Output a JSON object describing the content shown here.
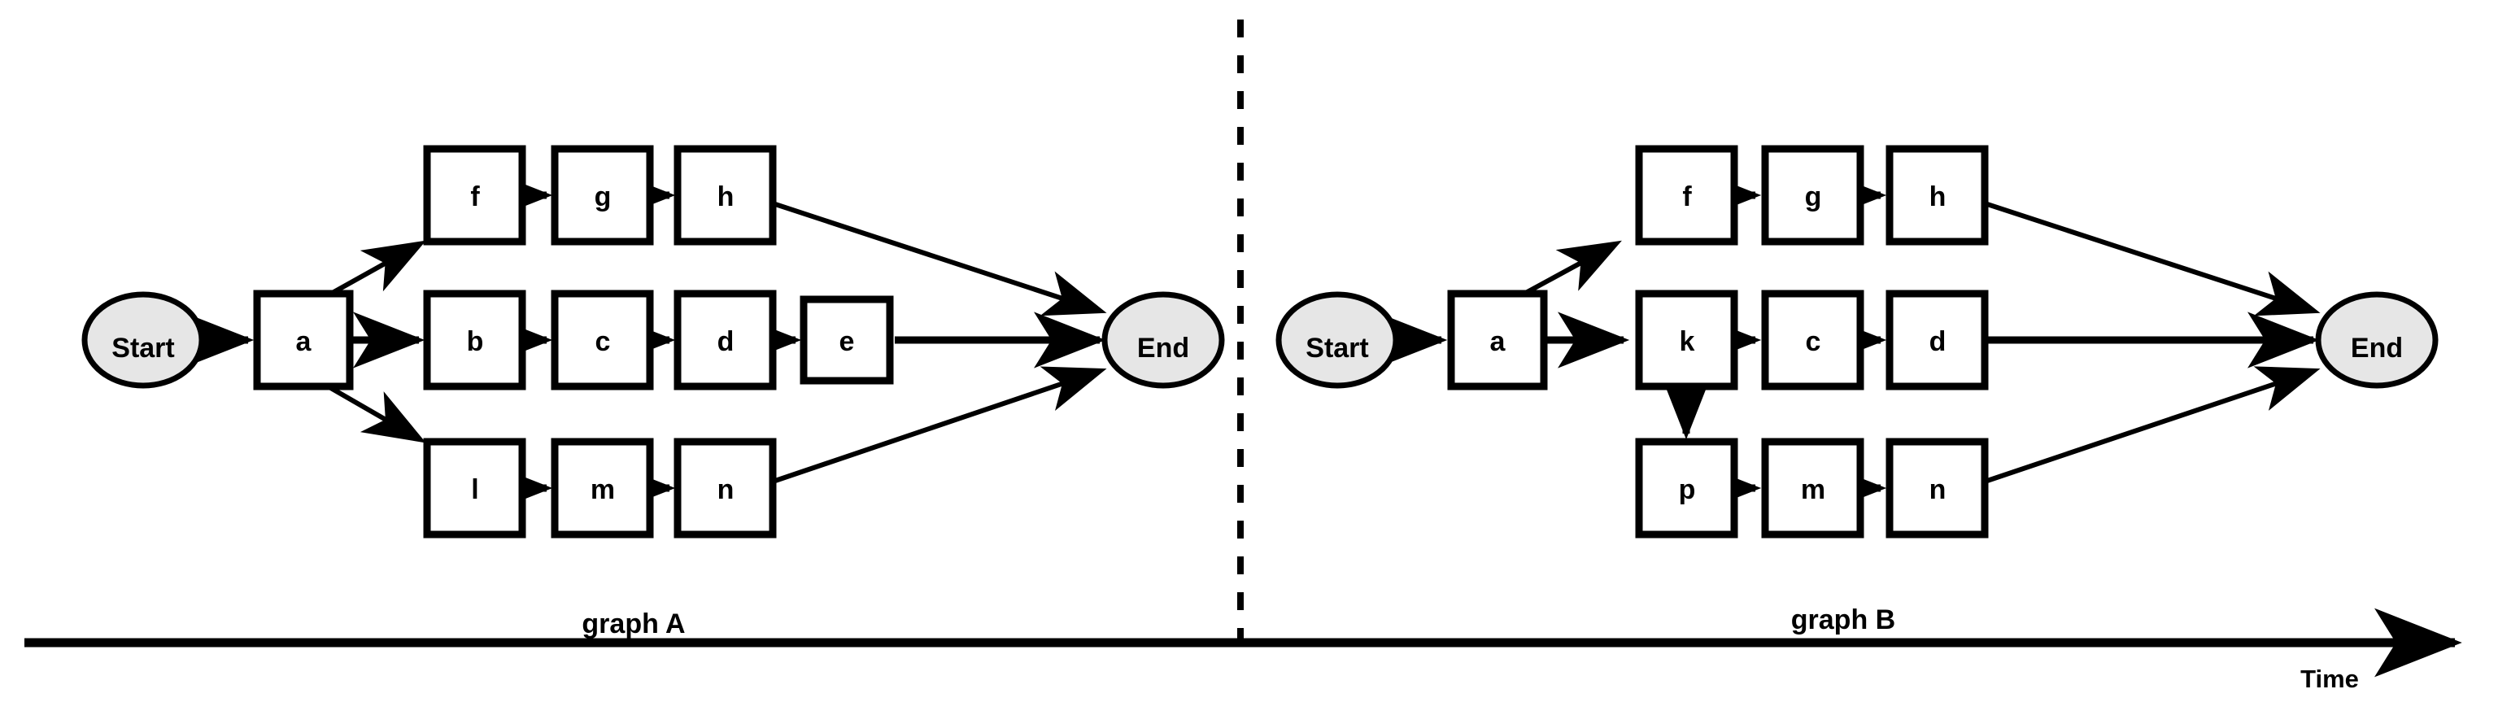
{
  "diagram": {
    "title": "",
    "colors": {
      "stroke": "#000000",
      "terminal_fill": "#e6e6e6",
      "node_fill": "#ffffff",
      "background": "#ffffff"
    },
    "axis": {
      "label": "Time",
      "direction": "left-to-right"
    },
    "divider": {
      "style": "dashed"
    },
    "graphs": [
      {
        "id": "A",
        "caption": "graph A",
        "terminals": {
          "start": "Start",
          "end": "End"
        },
        "nodes": [
          {
            "id": "a",
            "label": "a",
            "shape": "rect",
            "row": "middle"
          },
          {
            "id": "f",
            "label": "f",
            "shape": "rect",
            "row": "top"
          },
          {
            "id": "g",
            "label": "g",
            "shape": "rect",
            "row": "top"
          },
          {
            "id": "h",
            "label": "h",
            "shape": "rect",
            "row": "top"
          },
          {
            "id": "b",
            "label": "b",
            "shape": "rect",
            "row": "middle"
          },
          {
            "id": "c",
            "label": "c",
            "shape": "rect",
            "row": "middle"
          },
          {
            "id": "d",
            "label": "d",
            "shape": "rect",
            "row": "middle"
          },
          {
            "id": "e",
            "label": "e",
            "shape": "rect",
            "row": "middle"
          },
          {
            "id": "l",
            "label": "l",
            "shape": "rect",
            "row": "bottom"
          },
          {
            "id": "m",
            "label": "m",
            "shape": "rect",
            "row": "bottom"
          },
          {
            "id": "n",
            "label": "n",
            "shape": "rect",
            "row": "bottom"
          }
        ],
        "edges": [
          {
            "from": "Start",
            "to": "a"
          },
          {
            "from": "a",
            "to": "f"
          },
          {
            "from": "a",
            "to": "b"
          },
          {
            "from": "a",
            "to": "l"
          },
          {
            "from": "f",
            "to": "g"
          },
          {
            "from": "g",
            "to": "h"
          },
          {
            "from": "h",
            "to": "End"
          },
          {
            "from": "b",
            "to": "c"
          },
          {
            "from": "c",
            "to": "d"
          },
          {
            "from": "d",
            "to": "e"
          },
          {
            "from": "e",
            "to": "End"
          },
          {
            "from": "l",
            "to": "m"
          },
          {
            "from": "m",
            "to": "n"
          },
          {
            "from": "n",
            "to": "End"
          }
        ]
      },
      {
        "id": "B",
        "caption": "graph B",
        "terminals": {
          "start": "Start",
          "end": "End"
        },
        "nodes": [
          {
            "id": "a",
            "label": "a",
            "shape": "rect",
            "row": "middle"
          },
          {
            "id": "f",
            "label": "f",
            "shape": "rect",
            "row": "top"
          },
          {
            "id": "g",
            "label": "g",
            "shape": "rect",
            "row": "top"
          },
          {
            "id": "h",
            "label": "h",
            "shape": "rect",
            "row": "top"
          },
          {
            "id": "k",
            "label": "k",
            "shape": "rect",
            "row": "middle"
          },
          {
            "id": "c",
            "label": "c",
            "shape": "rect",
            "row": "middle"
          },
          {
            "id": "d",
            "label": "d",
            "shape": "rect",
            "row": "middle"
          },
          {
            "id": "p",
            "label": "p",
            "shape": "rect",
            "row": "bottom"
          },
          {
            "id": "m",
            "label": "m",
            "shape": "rect",
            "row": "bottom"
          },
          {
            "id": "n",
            "label": "n",
            "shape": "rect",
            "row": "bottom"
          }
        ],
        "edges": [
          {
            "from": "Start",
            "to": "a"
          },
          {
            "from": "a",
            "to": "f"
          },
          {
            "from": "a",
            "to": "k"
          },
          {
            "from": "f",
            "to": "g"
          },
          {
            "from": "g",
            "to": "h"
          },
          {
            "from": "h",
            "to": "End"
          },
          {
            "from": "k",
            "to": "c"
          },
          {
            "from": "k",
            "to": "p"
          },
          {
            "from": "c",
            "to": "d"
          },
          {
            "from": "d",
            "to": "End"
          },
          {
            "from": "p",
            "to": "m"
          },
          {
            "from": "m",
            "to": "n"
          },
          {
            "from": "n",
            "to": "End"
          }
        ]
      }
    ]
  }
}
